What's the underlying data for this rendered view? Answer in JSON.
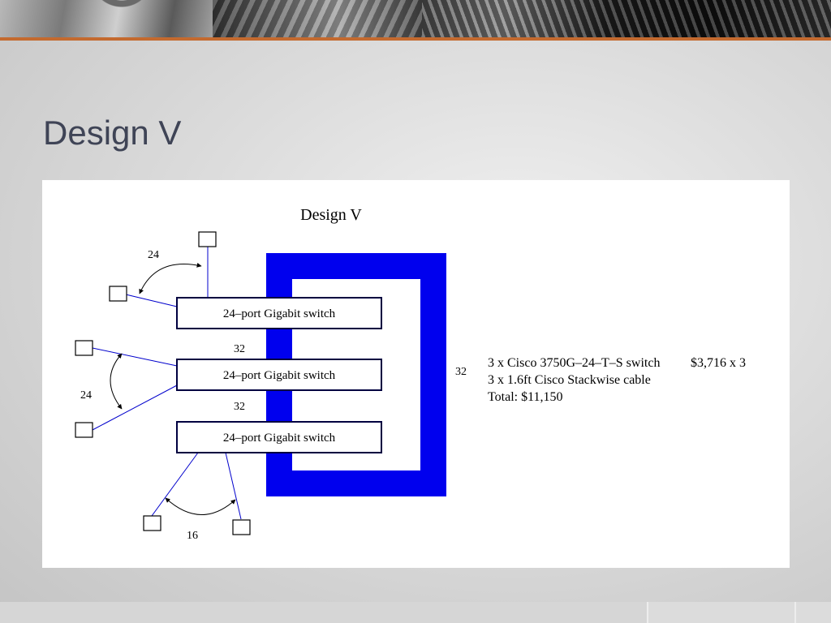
{
  "slide": {
    "title": "Design V"
  },
  "figure": {
    "title": "Design V",
    "switch_label": "24–port Gigabit switch",
    "labels": {
      "top_fan": "24",
      "mid_fan": "24",
      "bottom_fan": "16",
      "stack_link_1": "32",
      "stack_link_2": "32",
      "return_loop": "32"
    },
    "cost_lines": [
      "3 x Cisco 3750G–24–T–S switch",
      "$3,716 x 3",
      "3 x 1.6ft Cisco Stackwise cable",
      "Total:  $11,150"
    ],
    "colors": {
      "stack_loop": "#0000ee",
      "link_lines": "#0000cc",
      "title_text": "#3f4456",
      "accent_rule": "#c46a2f"
    }
  }
}
